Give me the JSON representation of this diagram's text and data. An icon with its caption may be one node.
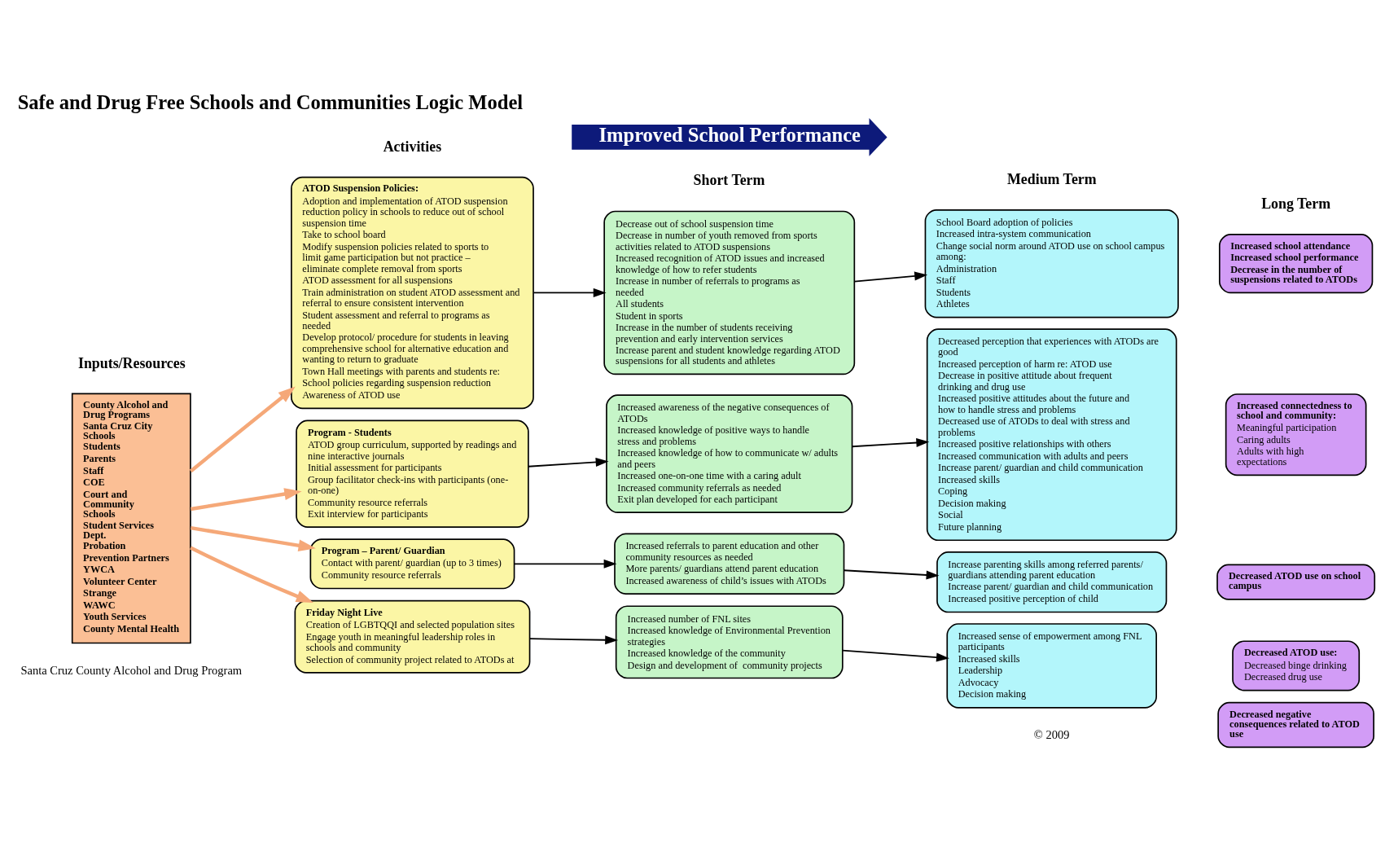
{
  "diagram": {
    "title": "Safe and Drug Free Schools and Communities Logic Model",
    "nodes": [
      {
        "text": [
          "County Alcohol and Drug Programs",
          "Santa Cruz City Schools",
          "Students",
          "Parents",
          "Staff",
          "COE",
          "Court and Community Schools",
          "Student Services Dept.",
          "Probation",
          "Prevention Partners",
          "YWCA",
          "Volunteer Center",
          "Strange",
          "WAWC",
          "Youth Services",
          "County Mental Health"
        ]
      },
      {
        "text": [
          "ATOD Suspension Policies:",
          "Adoption and implementation of ATOD suspension reduction policy in schools to reduce out of school suspension time",
          "Take to school board",
          "Modify suspension policies related to sports to limit game participation but not practice – eliminate complete removal from sports",
          "ATOD assessment for all suspensions",
          "Train administration on student ATOD assessment and referral to ensure consistent intervention",
          "Student assessment and referral to programs as needed",
          "Develop protocol/ procedure for students in leaving comprehensive school for alternative education and wanting to return to graduate",
          "Town Hall meetings with parents and students re:",
          "School policies regarding suspension reduction",
          "Awareness of ATOD use"
        ]
      },
      {
        "text": [
          "Program - Students",
          "ATOD group curriculum, supported by readings and nine interactive journals",
          "Initial assessment for participants",
          "Group facilitator check-ins with participants (one-on-one)",
          "Community resource referrals",
          "Exit interview for participants"
        ]
      },
      {
        "text": [
          "Program – Parent/ Guardian",
          "Contact with parent/ guardian (up to 3 times)",
          "Community resource referrals"
        ]
      },
      {
        "text": [
          "Friday Night Live",
          "Creation of LGBTQQI and selected population sites",
          "Engage youth in meaningful leadership roles in schools and community",
          "Selection of community project related to ATODs at"
        ]
      },
      {
        "text": [
          "Decrease out of school suspension time",
          "Decrease in number of youth removed from sports activities related to ATOD suspensions",
          "Increased recognition of ATOD issues and increased knowledge of how to refer students",
          "Increase in number of referrals to programs as needed",
          "All students",
          "Student in sports",
          "Increase in the number of students receiving prevention and early intervention services",
          "Increase parent and student knowledge regarding ATOD suspensions for all students and athletes"
        ]
      },
      {
        "text": [
          "Increased awareness of the negative consequences of ATODs",
          "Increased knowledge of positive ways to handle stress and problems",
          "Increased knowledge of how to communicate w/ adults and peers",
          "Increased one-on-one time with a caring adult",
          "Increased community referrals as needed",
          "Exit plan developed for each participant"
        ]
      },
      {
        "text": [
          "Increased referrals to parent education and other community resources as needed",
          "More parents/ guardians attend parent education",
          "Increased awareness of child’s issues with ATODs"
        ]
      },
      {
        "text": [
          "Increased number of FNL sites",
          "Increased knowledge of Environmental Prevention strategies",
          "Increased knowledge of the community",
          "Design and development of  community projects"
        ]
      },
      {
        "text": [
          "School Board adoption of policies",
          "Increased intra-system communication",
          "Change social norm around ATOD use on school campus among:",
          "Administration",
          "Staff",
          "Students",
          "Athletes"
        ]
      },
      {
        "text": [
          "Decreased perception that experiences with ATODs are good",
          "Increased perception of harm re: ATOD use",
          "Decrease in positive attitude about frequent drinking and drug use",
          "Increased positive attitudes about the future and how to handle stress and problems",
          "Decreased use of ATODs to deal with stress and problems",
          "Increased positive relationships with others",
          "Increased communication with adults and peers",
          "Increase parent/ guardian and child communication",
          "Increased skills",
          "Coping",
          "Decision making",
          "Social",
          "Future planning"
        ]
      },
      {
        "text": [
          "Increase parenting skills among referred parents/ guardians attending parent education",
          "Increase parent/ guardian and child communication",
          "Increased positive perception of child"
        ]
      },
      {
        "text": [
          "Increased sense of empowerment among FNL participants",
          "Increased skills",
          "Leadership",
          "Advocacy",
          "Decision making"
        ]
      },
      {
        "text": [
          "Increased school attendance",
          "Increased school performance",
          "Decrease in the number of suspensions related to ATODs"
        ]
      },
      {
        "text": [
          "Increased connectedness to school and community:",
          "Meaningful participation",
          "Caring adults",
          "Adults with high expectations"
        ]
      },
      {
        "text": [
          "Decreased ATOD use on school campus"
        ]
      },
      {
        "text": [
          "Decreased ATOD use:",
          "Decreased binge drinking",
          "Decreased drug use"
        ]
      },
      {
        "text": [
          "Decreased negative consequences related to ATOD use"
        ]
      },
      {
        "text": [
          "Improved School Performance"
        ]
      }
    ],
    "edges": [
      {
        "from": 0,
        "to": 1,
        "arrow": "to",
        "style": "thick",
        "color": "#f5a878"
      },
      {
        "from": 0,
        "to": 2,
        "arrow": "to",
        "style": "thick",
        "color": "#f5a878"
      },
      {
        "from": 0,
        "to": 3,
        "arrow": "to",
        "style": "thick",
        "color": "#f5a878"
      },
      {
        "from": 0,
        "to": 4,
        "arrow": "to",
        "style": "thick",
        "color": "#f5a878"
      },
      {
        "from": 1,
        "to": 5,
        "arrow": "to"
      },
      {
        "from": 2,
        "to": 6,
        "arrow": "to"
      },
      {
        "from": 3,
        "to": 7,
        "arrow": "to"
      },
      {
        "from": 4,
        "to": 8,
        "arrow": "to"
      },
      {
        "from": 5,
        "to": 9,
        "arrow": "to"
      },
      {
        "from": 6,
        "to": 10,
        "arrow": "to"
      },
      {
        "from": 7,
        "to": 11,
        "arrow": "to"
      },
      {
        "from": 8,
        "to": 12,
        "arrow": "to"
      }
    ],
    "labels": [
      "Inputs/Resources",
      "Activities",
      "Short Term",
      "Medium Term",
      "Long Term",
      "Santa Cruz County Alcohol and Drug Program",
      "© 2009"
    ]
  }
}
